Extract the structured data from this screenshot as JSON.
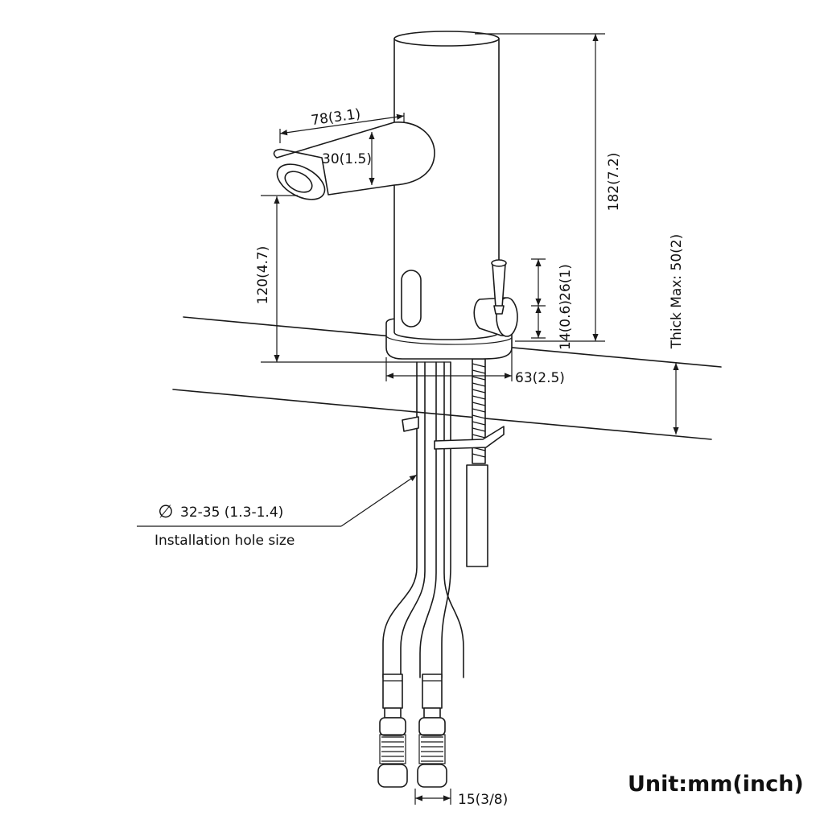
{
  "dimensions": {
    "spout_length": "78(3.1)",
    "spout_height": "30(1.5)",
    "total_height": "182(7.2)",
    "spout_clearance": "120(4.7)",
    "handle_height": "26(1)",
    "handle_offset": "14(0.6)",
    "base_diameter": "63(2.5)",
    "deck_thickness": "Thick Max: 50(2)",
    "hole_size_value": "32-35 (1.3-1.4)",
    "hole_size_label": "Installation hole size",
    "connector_size": "15(3/8)"
  },
  "diameter_symbol": "∅",
  "unit_note": "Unit:mm(inch)"
}
